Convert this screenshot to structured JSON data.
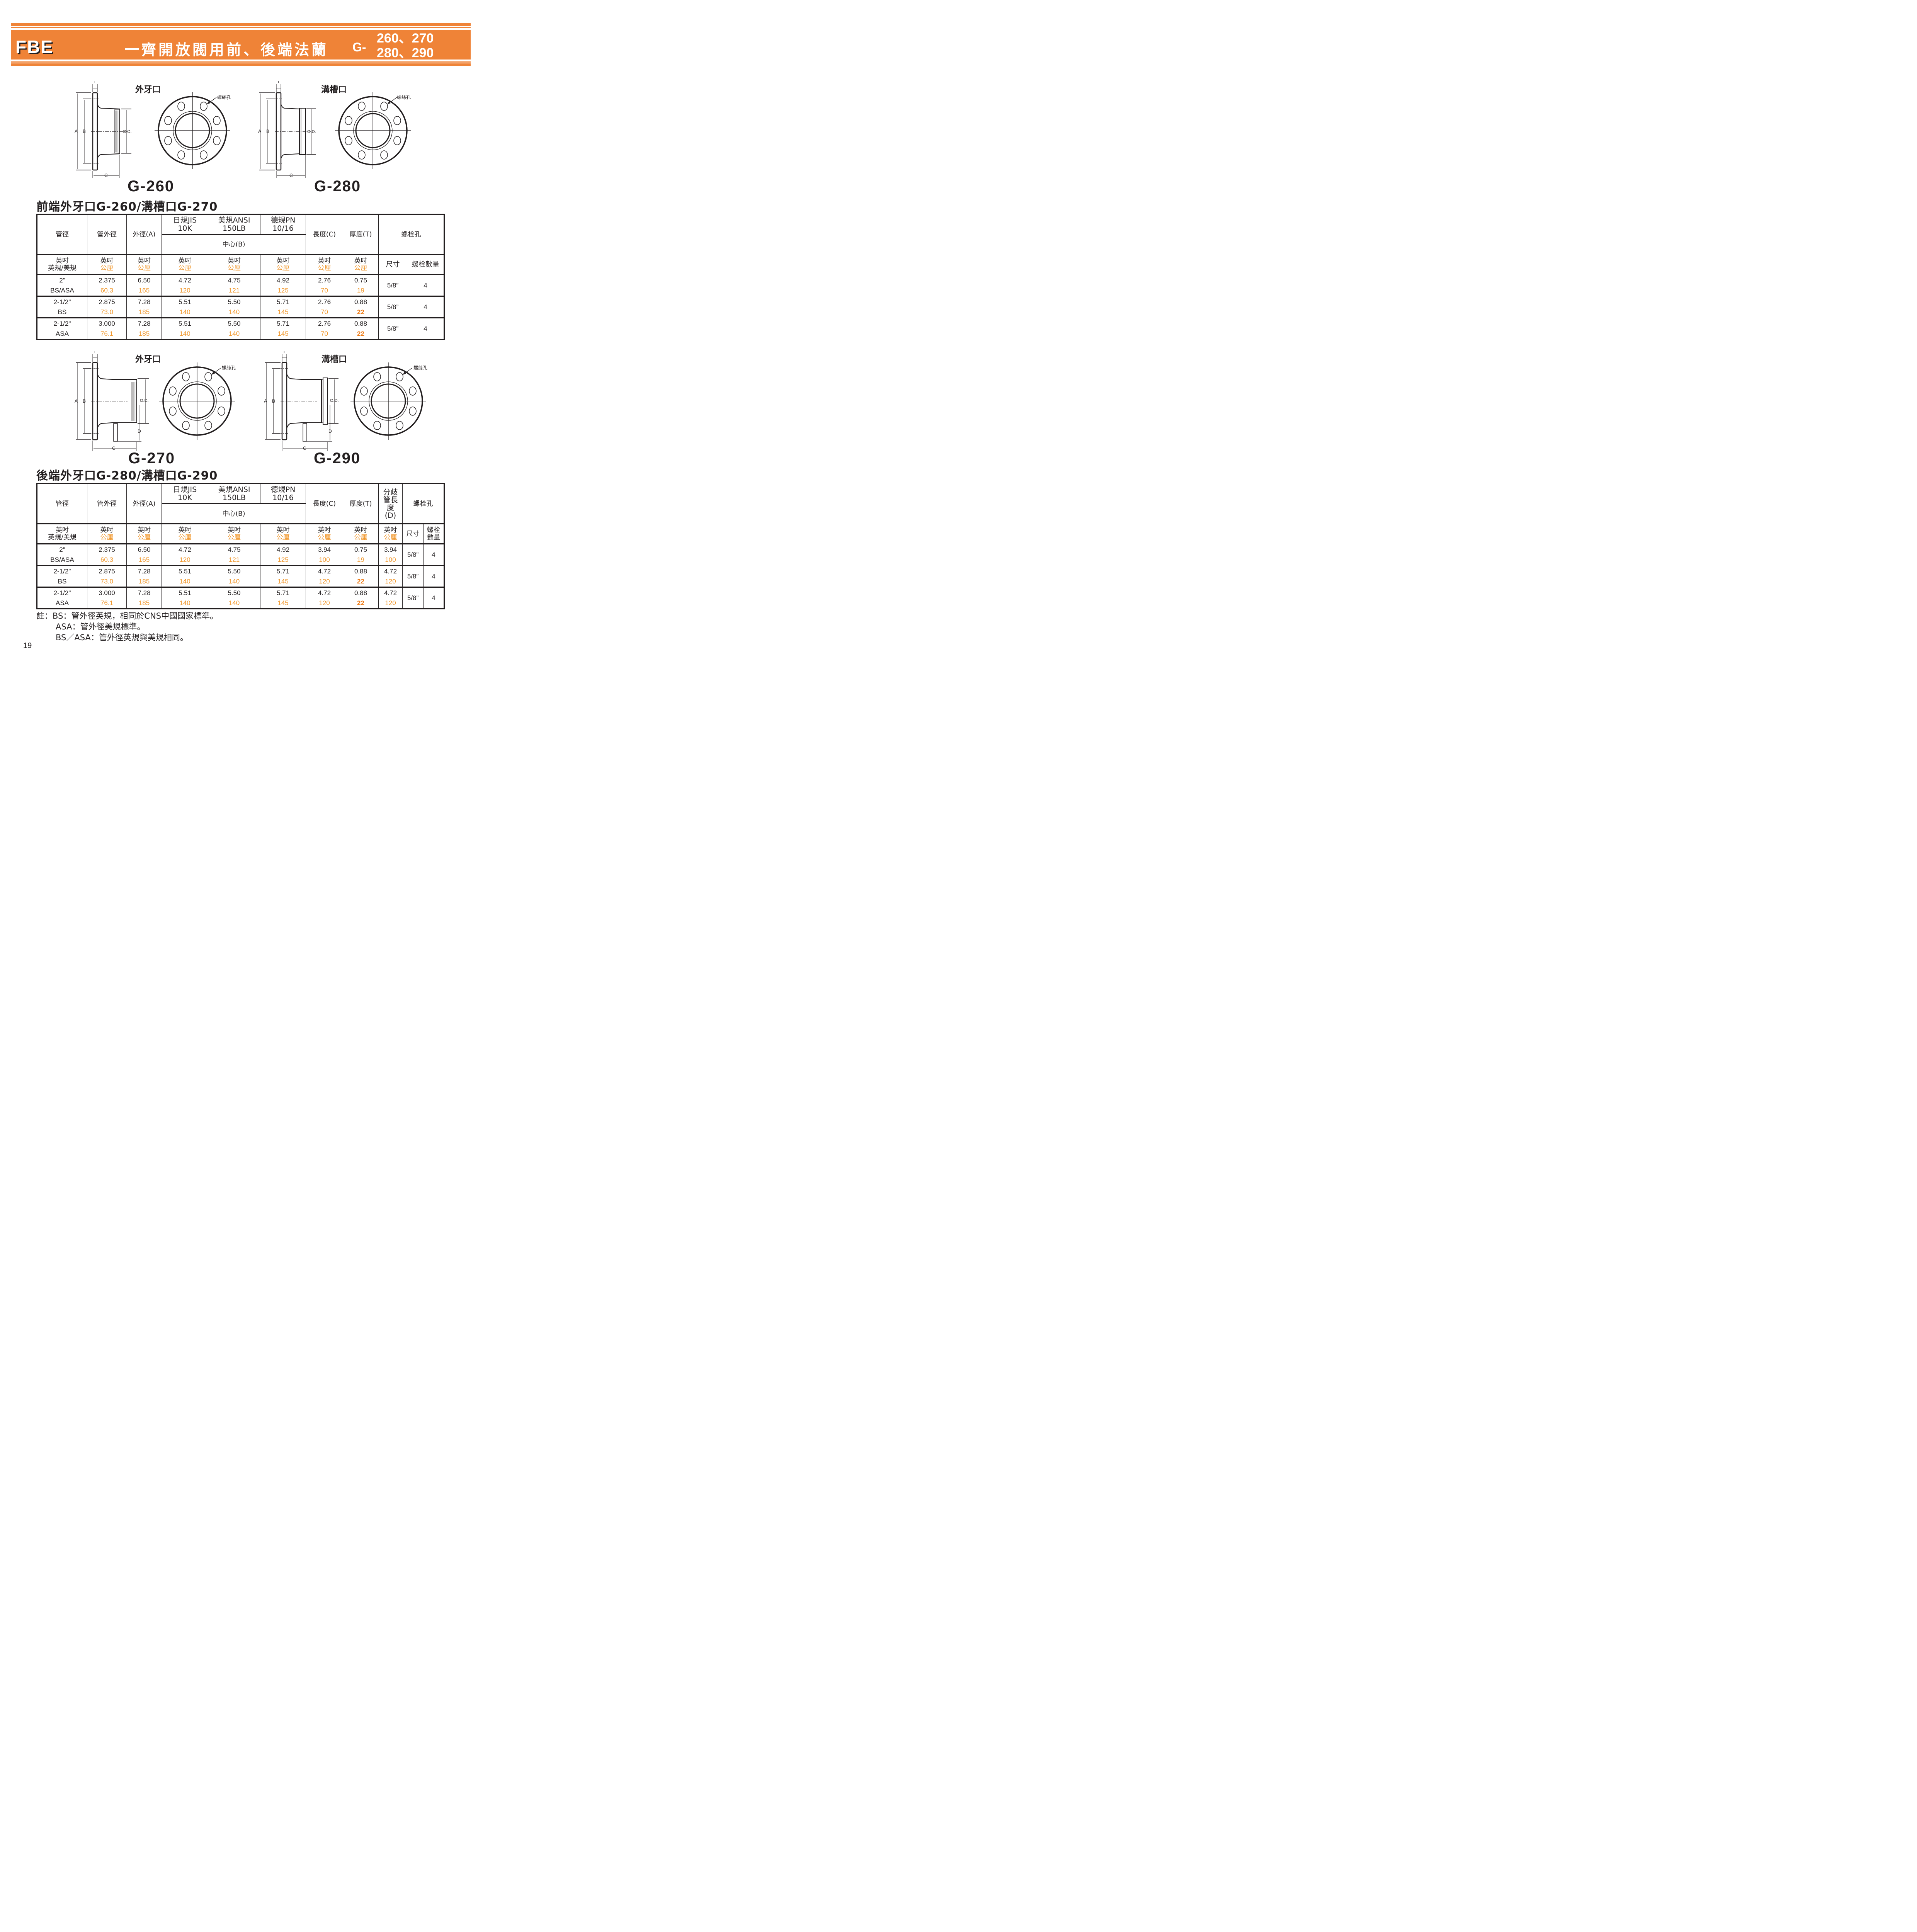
{
  "header": {
    "code": "FBE",
    "title": "一齊開放閥用前、後端法蘭",
    "model_prefix": "G-",
    "models_line1": "260、270",
    "models_line2": "280、290",
    "colors": {
      "band": "#EF8337",
      "text": "#FFFFFF",
      "shadow": "#231F20"
    }
  },
  "diagrams_top": [
    {
      "kind": "外牙口",
      "model": "G-260",
      "labels": {
        "t": "T",
        "a": "A",
        "b": "B",
        "c": "C",
        "od": "O.D.",
        "bolt_hole": "螺絲孔"
      }
    },
    {
      "kind": "溝槽口",
      "model": "G-280",
      "labels": {
        "t": "T",
        "a": "A",
        "b": "B",
        "c": "C",
        "od": "O.D.",
        "bolt_hole": "螺絲孔"
      }
    }
  ],
  "diagrams_bottom": [
    {
      "kind": "外牙口",
      "model": "G-270",
      "labels": {
        "t": "T",
        "a": "A",
        "b": "B",
        "c": "C",
        "d": "D",
        "od": "O.D.",
        "bolt_hole": "螺絲孔"
      }
    },
    {
      "kind": "溝槽口",
      "model": "G-290",
      "labels": {
        "t": "T",
        "a": "A",
        "b": "B",
        "c": "C",
        "d": "D",
        "od": "O.D.",
        "bolt_hole": "螺絲孔"
      }
    }
  ],
  "table1": {
    "title": "前端外牙口G-260/溝槽口G-270",
    "headers": {
      "pipe_size": "管徑",
      "pipe_od": "管外徑",
      "outer_a": "外徑(A)",
      "jis": "日規JIS 10K",
      "jis_l1": "日規JIS",
      "jis_l2": "10K",
      "ansi_l1": "美規ANSI",
      "ansi_l2": "150LB",
      "pn_l1": "德規PN",
      "pn_l2": "10/16",
      "center_b": "中心(B)",
      "length_c": "長度(C)",
      "thick_t": "厚度(T)",
      "bolt_holes": "螺栓孔"
    },
    "units": {
      "pipe_size_l1": "英吋",
      "pipe_size_l2": "英規/美規",
      "inch": "英吋",
      "mm": "公厘",
      "bolt_size": "尺寸",
      "bolt_count": "螺栓數量"
    },
    "rows": [
      {
        "size": "2\"",
        "std": "BS/ASA",
        "od_in": "2.375",
        "od_mm": "60.3",
        "a_in": "6.50",
        "a_mm": "165",
        "jis_in": "4.72",
        "jis_mm": "120",
        "ansi_in": "4.75",
        "ansi_mm": "121",
        "pn_in": "4.92",
        "pn_mm": "125",
        "c_in": "2.76",
        "c_mm": "70",
        "t_in": "0.75",
        "t_mm": "19",
        "bolt_size": "5/8”",
        "bolt_count": "4"
      },
      {
        "size": "2-1/2\"",
        "std": "BS",
        "od_in": "2.875",
        "od_mm": "73.0",
        "a_in": "7.28",
        "a_mm": "185",
        "jis_in": "5.51",
        "jis_mm": "140",
        "ansi_in": "5.50",
        "ansi_mm": "140",
        "pn_in": "5.71",
        "pn_mm": "145",
        "c_in": "2.76",
        "c_mm": "70",
        "t_in": "0.88",
        "t_mm": "22",
        "bolt_size": "5/8”",
        "bolt_count": "4"
      },
      {
        "size": "2-1/2\"",
        "std": "ASA",
        "od_in": "3.000",
        "od_mm": "76.1",
        "a_in": "7.28",
        "a_mm": "185",
        "jis_in": "5.51",
        "jis_mm": "140",
        "ansi_in": "5.50",
        "ansi_mm": "140",
        "pn_in": "5.71",
        "pn_mm": "145",
        "c_in": "2.76",
        "c_mm": "70",
        "t_in": "0.88",
        "t_mm": "22",
        "bolt_size": "5/8”",
        "bolt_count": "4"
      }
    ]
  },
  "table2": {
    "title": "後端外牙口G-280/溝槽口G-290",
    "headers": {
      "pipe_size": "管徑",
      "pipe_od": "管外徑",
      "outer_a": "外徑(A)",
      "jis_l1": "日規JIS",
      "jis_l2": "10K",
      "ansi_l1": "美規ANSI",
      "ansi_l2": "150LB",
      "pn_l1": "德規PN",
      "pn_l2": "10/16",
      "center_b": "中心(B)",
      "length_c": "長度(C)",
      "thick_t": "厚度(T)",
      "branch_d_l1": "分歧",
      "branch_d_l2": "管長",
      "branch_d_l3": "度",
      "branch_d_l4": "(D)",
      "bolt_holes": "螺栓孔"
    },
    "units": {
      "pipe_size_l1": "英吋",
      "pipe_size_l2": "英規/美規",
      "inch": "英吋",
      "mm": "公厘",
      "bolt_size": "尺寸",
      "bolt_count_l1": "螺栓",
      "bolt_count_l2": "數量"
    },
    "rows": [
      {
        "size": "2\"",
        "std": "BS/ASA",
        "od_in": "2.375",
        "od_mm": "60.3",
        "a_in": "6.50",
        "a_mm": "165",
        "jis_in": "4.72",
        "jis_mm": "120",
        "ansi_in": "4.75",
        "ansi_mm": "121",
        "pn_in": "4.92",
        "pn_mm": "125",
        "c_in": "3.94",
        "c_mm": "100",
        "t_in": "0.75",
        "t_mm": "19",
        "d_in": "3.94",
        "d_mm": "100",
        "bolt_size": "5/8”",
        "bolt_count": "4"
      },
      {
        "size": "2-1/2\"",
        "std": "BS",
        "od_in": "2.875",
        "od_mm": "73.0",
        "a_in": "7.28",
        "a_mm": "185",
        "jis_in": "5.51",
        "jis_mm": "140",
        "ansi_in": "5.50",
        "ansi_mm": "140",
        "pn_in": "5.71",
        "pn_mm": "145",
        "c_in": "4.72",
        "c_mm": "120",
        "t_in": "0.88",
        "t_mm": "22",
        "d_in": "4.72",
        "d_mm": "120",
        "bolt_size": "5/8”",
        "bolt_count": "4"
      },
      {
        "size": "2-1/2\"",
        "std": "ASA",
        "od_in": "3.000",
        "od_mm": "76.1",
        "a_in": "7.28",
        "a_mm": "185",
        "jis_in": "5.51",
        "jis_mm": "140",
        "ansi_in": "5.50",
        "ansi_mm": "140",
        "pn_in": "5.71",
        "pn_mm": "145",
        "c_in": "4.72",
        "c_mm": "120",
        "t_in": "0.88",
        "t_mm": "22",
        "d_in": "4.72",
        "d_mm": "120",
        "bolt_size": "5/8”",
        "bolt_count": "4"
      }
    ]
  },
  "notes": {
    "line1": "註：BS：管外徑英規，相同於CNS中國國家標準。",
    "line2": "ASA：管外徑美規標準。",
    "line3": "BS／ASA：管外徑英規與美規相同。"
  },
  "page_number": "19",
  "colors": {
    "metric_text": "#F0962A",
    "metric_strong": "#EE7A14",
    "line": "#231F20"
  }
}
